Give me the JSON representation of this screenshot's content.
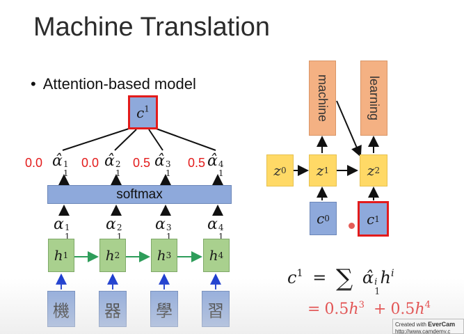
{
  "slide": {
    "title": "Machine Translation",
    "bullet": "Attention-based model",
    "softmax_label": "softmax"
  },
  "encoder": {
    "inputs": [
      "機",
      "器",
      "學",
      "習"
    ],
    "hidden": [
      "1",
      "2",
      "3",
      "4"
    ],
    "alpha": [
      "1",
      "2",
      "3",
      "4"
    ],
    "alpha_hat_weights": [
      "0.0",
      "0.0",
      "0.5",
      "0.5"
    ]
  },
  "context_top": {
    "sup": "1"
  },
  "decoder": {
    "outputs": [
      "machine",
      "learning"
    ],
    "z_states": [
      "0",
      "1",
      "2"
    ],
    "contexts": [
      "0",
      "1"
    ]
  },
  "equation": {
    "c_sup": "1",
    "sum_index": "i",
    "alpha_sub": "1",
    "h_sup": "i",
    "result_coef1": "0.5",
    "result_pow1": "3",
    "result_coef2": "0.5",
    "result_pow2": "4"
  },
  "watermark": {
    "line1_prefix": "Created with ",
    "line1_brand": "EverCam",
    "line2": "http://www.camdemy.c"
  },
  "colors": {
    "blue_box": "#8ea9db",
    "green_box": "#a9d08e",
    "yellow_box": "#ffd966",
    "orange_box": "#f4b183",
    "highlight_red": "#e31b1b",
    "arrow_green": "#2e9d5a",
    "arrow_blue": "#1f3fcf"
  }
}
